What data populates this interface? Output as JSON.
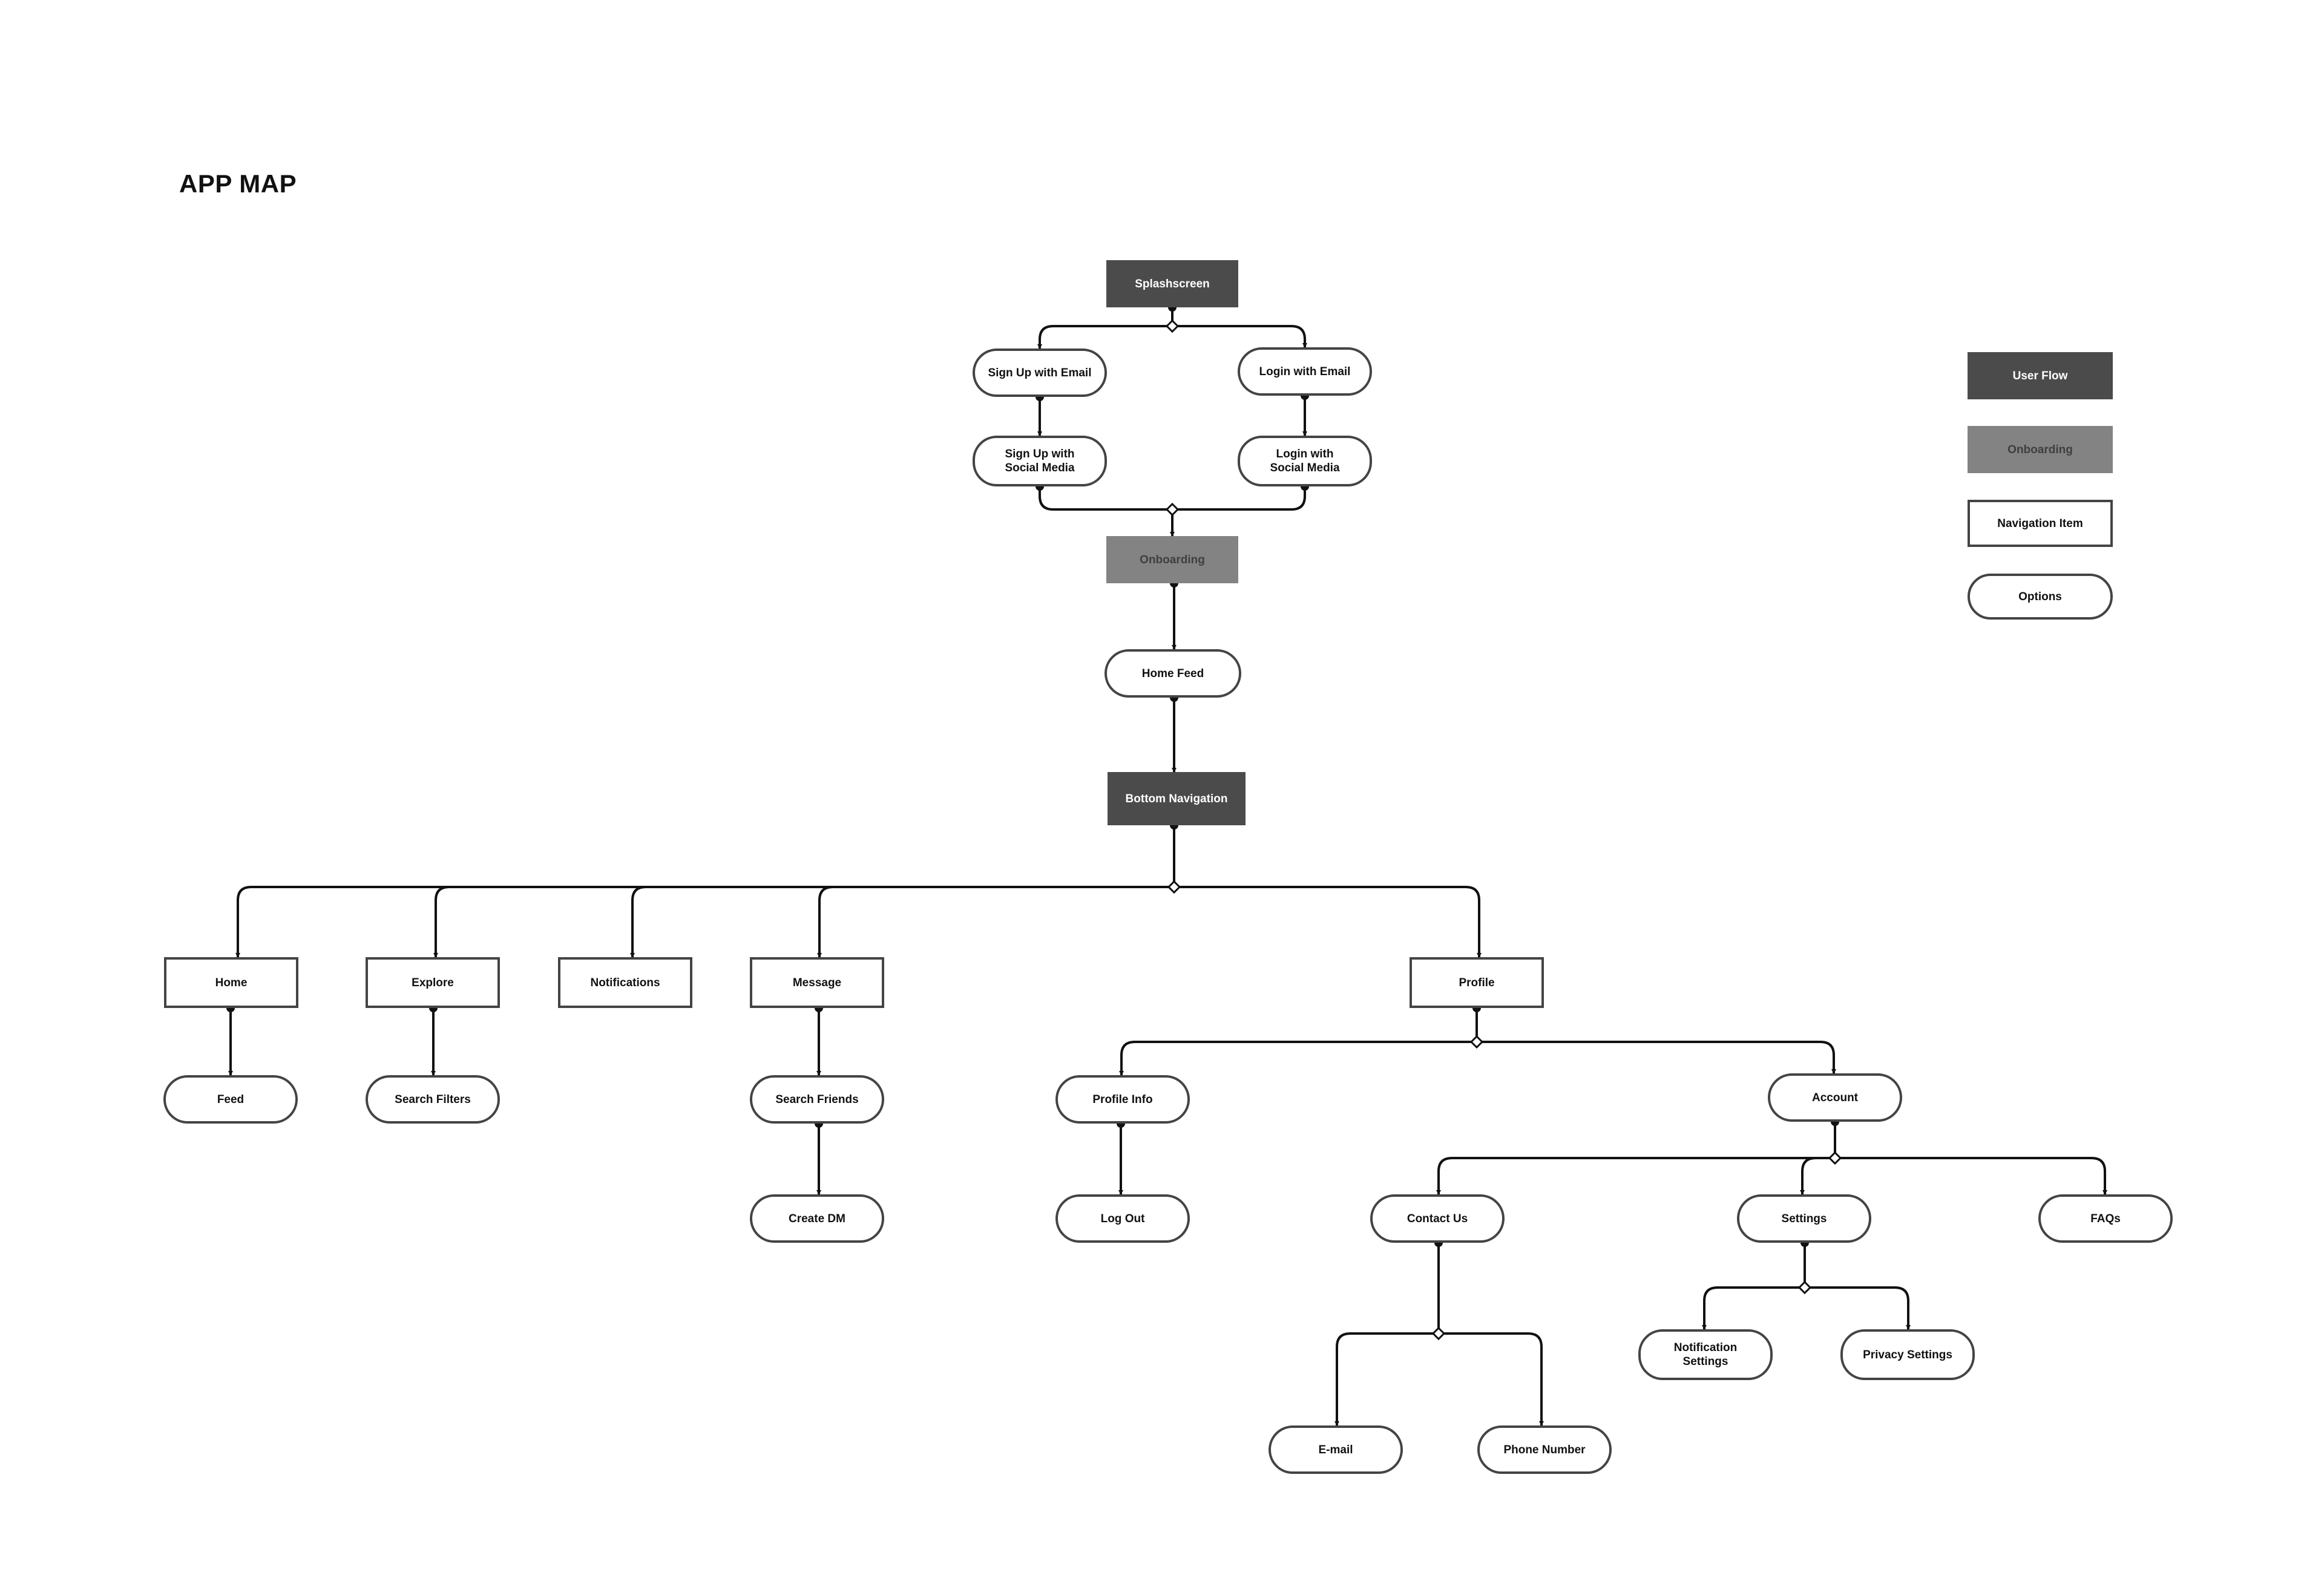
{
  "title": "APP MAP",
  "colors": {
    "user_flow_fill": "#4b4b4b",
    "onboarding_fill": "#838383",
    "outline": "#444444",
    "connector": "#111111"
  },
  "legend": {
    "user_flow": "User Flow",
    "onboarding": "Onboarding",
    "navigation_item": "Navigation Item",
    "options": "Options"
  },
  "nodes": {
    "splashscreen": "Splashscreen",
    "signup_email": "Sign Up with Email",
    "login_email": "Login with Email",
    "signup_social": "Sign Up with\nSocial Media",
    "login_social": "Login with\nSocial Media",
    "onboarding": "Onboarding",
    "home_feed": "Home Feed",
    "bottom_navigation": "Bottom Navigation",
    "home": "Home",
    "explore": "Explore",
    "notifications": "Notifications",
    "message": "Message",
    "profile": "Profile",
    "feed": "Feed",
    "search_filters": "Search Filters",
    "search_friends": "Search Friends",
    "create_dm": "Create DM",
    "profile_info": "Profile Info",
    "log_out": "Log Out",
    "account": "Account",
    "contact_us": "Contact Us",
    "settings": "Settings",
    "faqs": "FAQs",
    "notification_settings": "Notification\nSettings",
    "privacy_settings": "Privacy Settings",
    "email": "E-mail",
    "phone_number": "Phone Number"
  }
}
